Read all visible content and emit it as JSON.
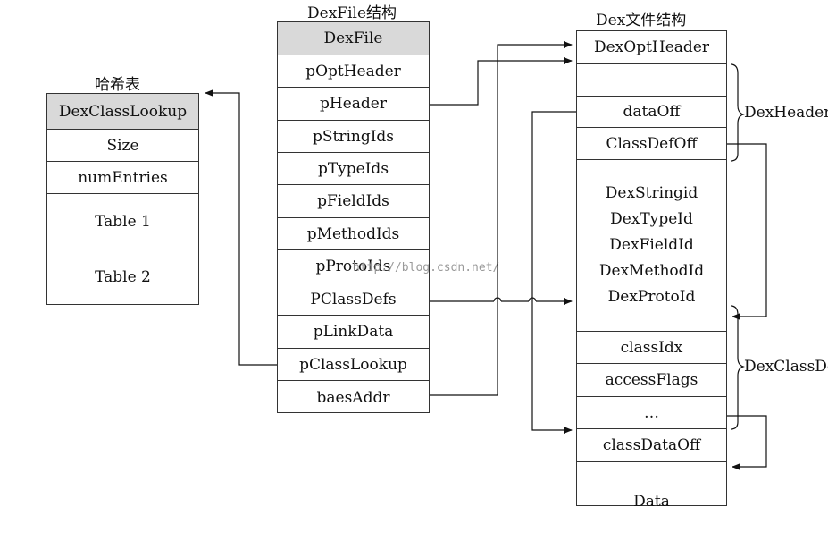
{
  "hash_table": {
    "title": "哈希表",
    "cells": [
      "DexClassLookup",
      "Size",
      "numEntries",
      "Table 1",
      "Table 2"
    ]
  },
  "dexfile_struct": {
    "title": "DexFile结构",
    "cells": [
      "DexFile",
      "pOptHeader",
      "pHeader",
      "pStringIds",
      "pTypeIds",
      "pFieldIds",
      "pMethodIds",
      "pProtoIds",
      "PClassDefs",
      "pLinkData",
      "pClassLookup",
      "baesAddr"
    ]
  },
  "dex_file_struct": {
    "title": "Dex文件结构",
    "header_cells": [
      "DexOptHeader",
      "",
      "dataOff",
      "ClassDefOff"
    ],
    "ids_block": [
      "DexStringid",
      "DexTypeId",
      "DexFieldId",
      "DexMethodId",
      "DexProtoId"
    ],
    "classdef_cells": [
      "classIdx",
      "accessFlags",
      "…",
      "classDataOff"
    ],
    "data_cell": "Data"
  },
  "brace_labels": {
    "dex_header": "DexHeader",
    "dex_classdef": "DexClassDef"
  },
  "watermark": "http://blog.csdn.net/"
}
